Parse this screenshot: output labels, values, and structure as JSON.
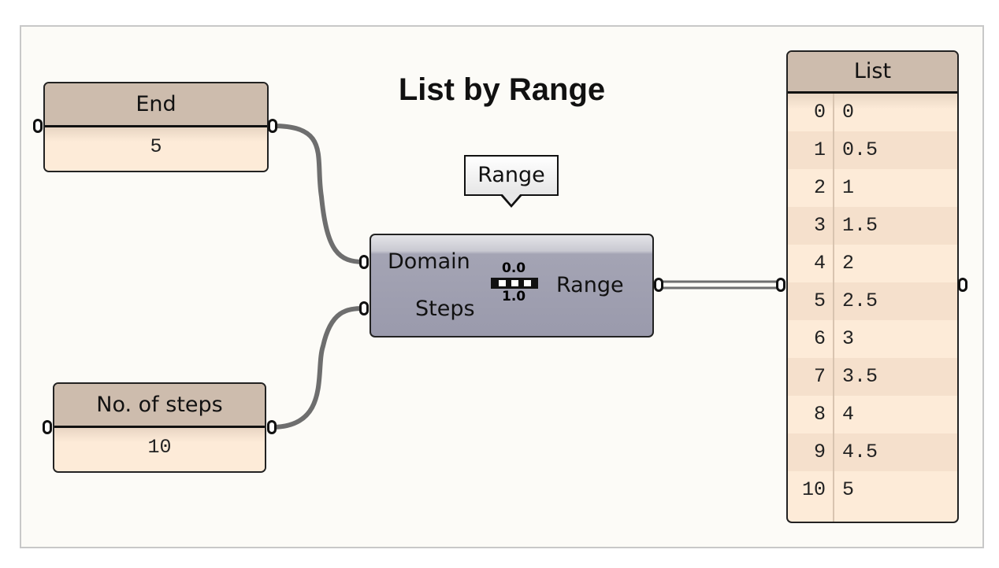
{
  "title": "List by Range",
  "end_panel": {
    "header": "End",
    "value": "5"
  },
  "steps_panel": {
    "header": "No. of steps",
    "value": "10"
  },
  "tooltip": "Range",
  "component": {
    "inputs": [
      "Domain",
      "Steps"
    ],
    "output": "Range",
    "icon": {
      "top": "0.0",
      "bottom": "1.0",
      "name": "range-icon"
    }
  },
  "list_panel": {
    "header": "List",
    "items": [
      {
        "index": "0",
        "value": "0"
      },
      {
        "index": "1",
        "value": "0.5"
      },
      {
        "index": "2",
        "value": "1"
      },
      {
        "index": "3",
        "value": "1.5"
      },
      {
        "index": "4",
        "value": "2"
      },
      {
        "index": "5",
        "value": "2.5"
      },
      {
        "index": "6",
        "value": "3"
      },
      {
        "index": "7",
        "value": "3.5"
      },
      {
        "index": "8",
        "value": "4"
      },
      {
        "index": "9",
        "value": "4.5"
      },
      {
        "index": "10",
        "value": "5"
      }
    ]
  },
  "colors": {
    "panel_header": "#cdbcad",
    "panel_body": "#fdebd8",
    "component": "#a4a4b4",
    "wire": "#6e6e6e"
  }
}
